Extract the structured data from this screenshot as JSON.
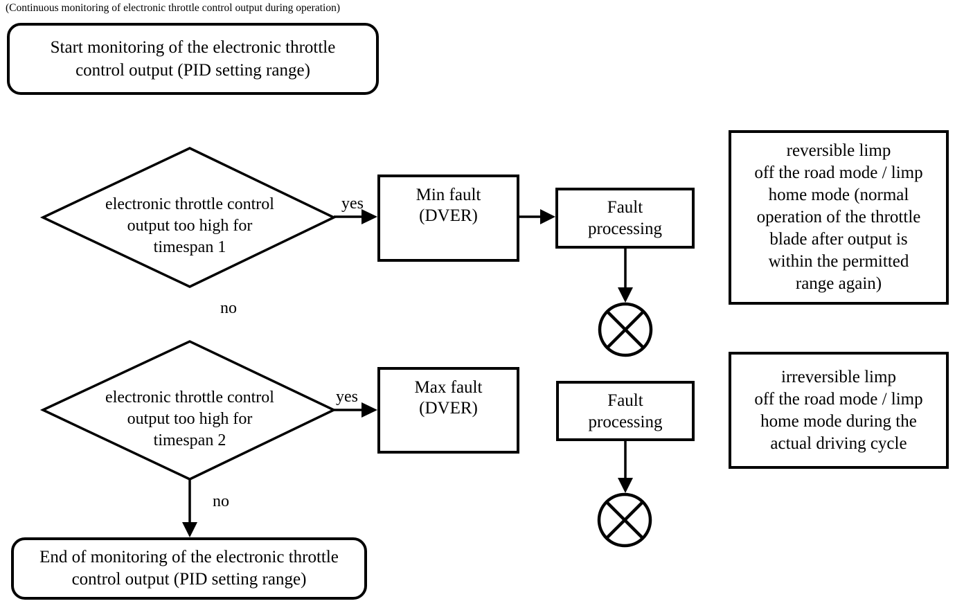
{
  "colors": {
    "line": "#000000",
    "background": "#ffffff",
    "text": "#000000"
  },
  "caption": "(Continuous monitoring of electronic throttle control output during operation)",
  "nodes": {
    "start": {
      "lines": [
        "Start monitoring of the electronic throttle",
        "control output (PID setting range)"
      ]
    },
    "decision1": {
      "lines": [
        "electronic throttle control",
        "output too high for",
        "timespan 1"
      ]
    },
    "min_fault": {
      "lines": [
        "Min fault",
        "(DVER)"
      ]
    },
    "fault_processing1": {
      "lines": [
        "Fault",
        "processing"
      ]
    },
    "reversible_note": {
      "lines": [
        "reversible limp",
        "off the road mode / limp",
        "home mode (normal",
        "operation of the throttle",
        "blade after output is",
        "within the permitted",
        "range again)"
      ]
    },
    "decision2": {
      "lines": [
        "electronic throttle control",
        "output too high for",
        "timespan 2"
      ]
    },
    "max_fault": {
      "lines": [
        "Max fault",
        "(DVER)"
      ]
    },
    "fault_processing2": {
      "lines": [
        "Fault",
        "processing"
      ]
    },
    "irreversible_note": {
      "lines": [
        "irreversible limp",
        "off the road mode / limp",
        "home mode during the",
        "actual driving cycle"
      ]
    },
    "end": {
      "lines": [
        "End of monitoring of the electronic throttle",
        "control output (PID setting range)"
      ]
    }
  },
  "edge_labels": {
    "yes1": "yes",
    "no1": "no",
    "yes2": "yes",
    "no2": "no"
  }
}
